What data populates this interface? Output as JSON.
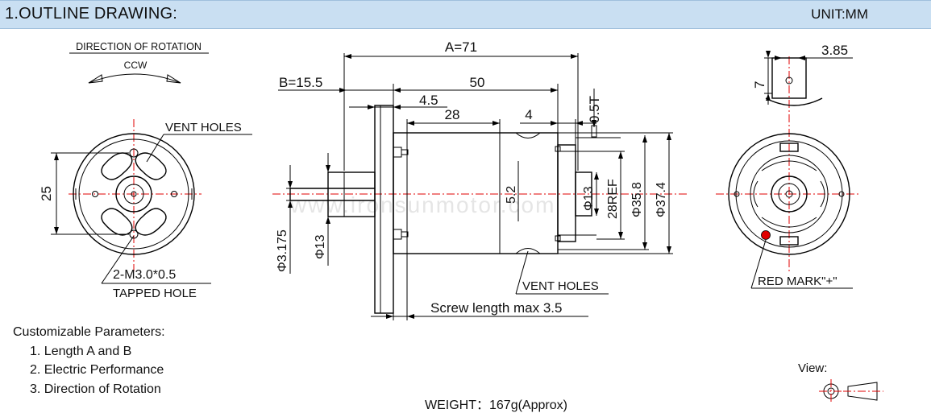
{
  "header": {
    "title": "1.OUTLINE DRAWING:",
    "unit": "UNIT:MM"
  },
  "rotation": {
    "title": "DIRECTION OF ROTATION",
    "direction": "CCW"
  },
  "front_view": {
    "vent_holes": "VENT HOLES",
    "dim_25": "25",
    "tapped_hole": "2-M3.0*0.5",
    "tapped_hole_label": "TAPPED HOLE"
  },
  "side_view": {
    "dim_A": "A=71",
    "dim_B": "B=15.5",
    "dim_50": "50",
    "dim_4_5": "4.5",
    "dim_28": "28",
    "dim_4": "4",
    "dim_0_5T": "0.5T",
    "dim_5_2": "5.2",
    "dim_phi13_right": "Φ13",
    "dim_28ref": "28REF",
    "dim_phi35_8": "Φ35.8",
    "dim_phi37_4": "Φ37.4",
    "dim_phi3_175": "Φ3.175",
    "dim_phi13_left": "Φ13",
    "vent_holes": "VENT HOLES",
    "screw_note": "Screw length max 3.5"
  },
  "rear_view": {
    "dim_3_85": "3.85",
    "dim_7": "7",
    "red_mark": "RED MARK\"+\""
  },
  "customizable": {
    "title": "Customizable Parameters:",
    "items": [
      "1. Length A and B",
      "2. Electric Performance",
      "3. Direction of Rotation"
    ]
  },
  "weight": "WEIGHT：167g(Approx)",
  "view_label": "View:",
  "watermark": "www.ironsunmotor.com",
  "colors": {
    "header_bg": "#c9dff2",
    "center_line": "#e00000",
    "red_mark": "#e00000"
  }
}
